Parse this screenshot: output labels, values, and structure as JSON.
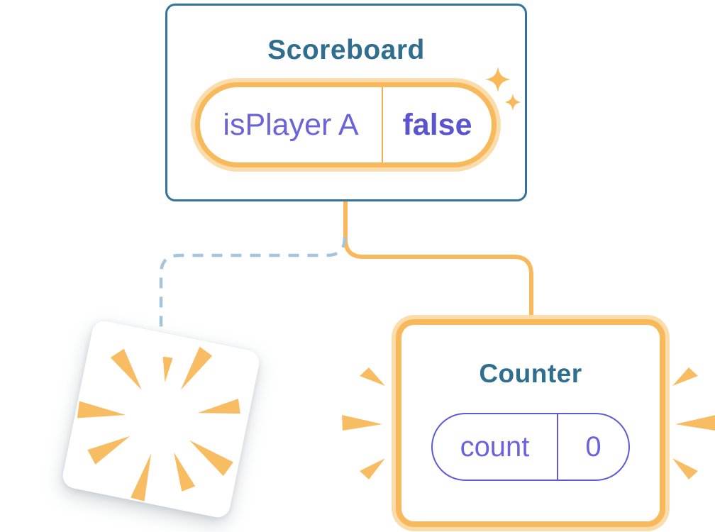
{
  "diagram": {
    "description": "React component tree state illustration",
    "scoreboard": {
      "title": "Scoreboard",
      "state": {
        "label": "isPlayer A",
        "value": "false"
      }
    },
    "counter": {
      "title": "Counter",
      "state": {
        "label": "count",
        "value": "0"
      }
    },
    "connectors": {
      "created": {
        "style": "solid",
        "color": "#f7b95c"
      },
      "destroyed": {
        "style": "dashed",
        "color": "#a6c4da"
      }
    },
    "icons": {
      "sparkles": "sparkles-icon",
      "burst": "explosion-burst-icon",
      "emphasis": "emphasis-lines-icon"
    },
    "palette": {
      "card_border_blue": "#34729e",
      "title_blue": "#306e90",
      "orange": "#f7b95c",
      "orange_divider": "#f2ad52",
      "orange_glow": "#fbdcaa",
      "wedge_orange": "#f8bc63",
      "purple_text": "#6a63d9",
      "purple_bold": "#5b54cf",
      "pill_border_purple": "#5f5bd7",
      "dash_blue": "#a6c4da",
      "background": "#ffffff"
    }
  }
}
